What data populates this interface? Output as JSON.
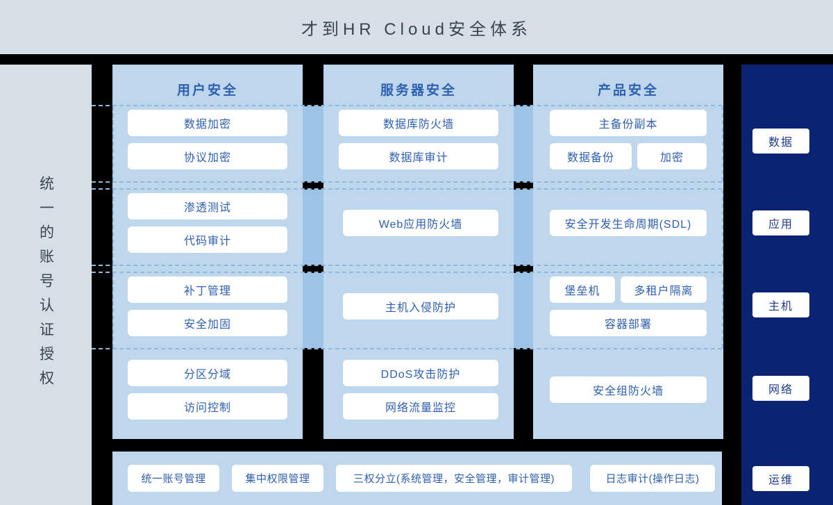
{
  "header": {
    "title": "才到HR Cloud安全体系"
  },
  "left_sidebar": {
    "vertical_label": "统一的账号认证授权"
  },
  "right_sidebar": {
    "background_color": "#0A2472",
    "items": [
      {
        "label": "数据"
      },
      {
        "label": "应用"
      },
      {
        "label": "主机"
      },
      {
        "label": "网络"
      },
      {
        "label": "运维"
      }
    ]
  },
  "colors": {
    "panel": "#BFD7EC",
    "band": "#9DC3E6",
    "text_blue": "#2E5FB0",
    "title_gray": "#3A4450",
    "navy": "#0A2472",
    "header_bg": "#D6DEE6",
    "gap_black": "#000000"
  },
  "columns": [
    {
      "title": "用户安全",
      "items": [
        {
          "label": "数据加密"
        },
        {
          "label": "协议加密"
        },
        {
          "label": "渗透测试"
        },
        {
          "label": "代码审计"
        },
        {
          "label": "补丁管理"
        },
        {
          "label": "安全加固"
        },
        {
          "label": "分区分域"
        },
        {
          "label": "访问控制"
        }
      ]
    },
    {
      "title": "服务器安全",
      "items": [
        {
          "label": "数据库防火墙"
        },
        {
          "label": "数据库审计"
        },
        {
          "label": "Web应用防火墙"
        },
        {
          "label": "主机入侵防护"
        },
        {
          "label": "DDoS攻击防护"
        },
        {
          "label": "网络流量监控"
        }
      ]
    },
    {
      "title": "产品安全",
      "items": [
        {
          "label": "主备份副本"
        },
        {
          "label": "数据备份"
        },
        {
          "label": "加密"
        },
        {
          "label": "安全开发生命周期(SDL)"
        },
        {
          "label": "堡垒机"
        },
        {
          "label": "多租户隔离"
        },
        {
          "label": "容器部署"
        },
        {
          "label": "安全组防火墙"
        }
      ]
    }
  ],
  "bottom_row": {
    "items": [
      {
        "label": "统一账号管理"
      },
      {
        "label": "集中权限管理"
      },
      {
        "label": "三权分立(系统管理，安全管理，审计管理)"
      },
      {
        "label": "日志审计(操作日志)"
      }
    ]
  }
}
